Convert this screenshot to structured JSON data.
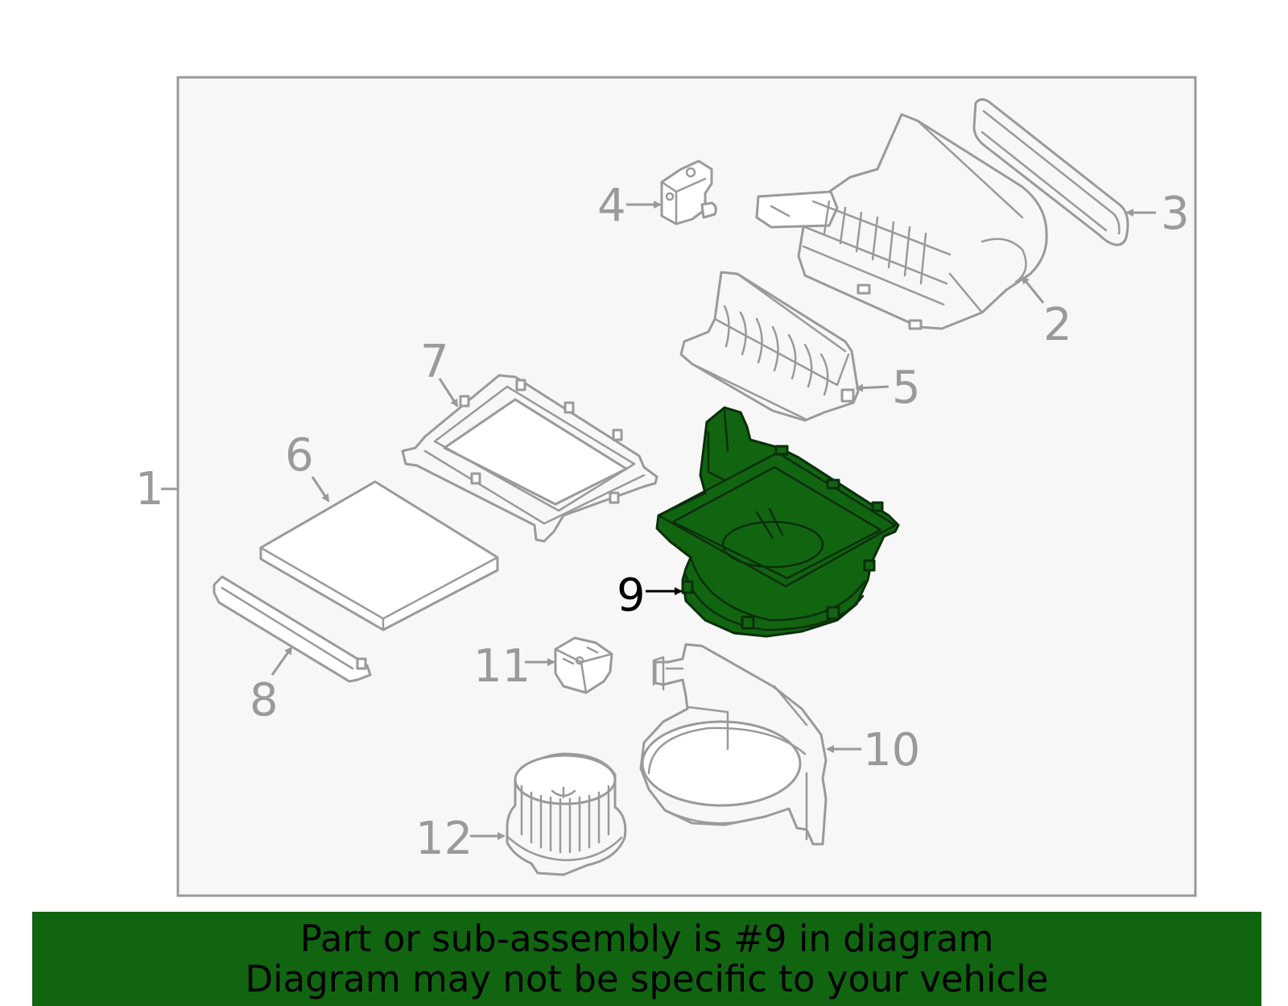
{
  "callouts": {
    "c1": "1",
    "c2": "2",
    "c3": "3",
    "c4": "4",
    "c5": "5",
    "c6": "6",
    "c7": "7",
    "c8": "8",
    "c9": "9",
    "c10": "10",
    "c11": "11",
    "c12": "12"
  },
  "highlighted_part": "9",
  "colors": {
    "highlight": "#116511",
    "outline": "#9a9a9a",
    "frame_fill": "#f7f7f7"
  },
  "banner": {
    "line1": "Part or sub-assembly is #9 in diagram",
    "line2": "Diagram may not be specific to your vehicle"
  }
}
